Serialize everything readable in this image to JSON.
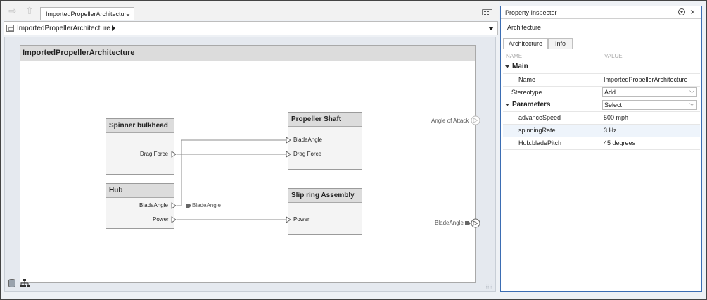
{
  "toolbar": {
    "back_icon": "back-arrow-icon",
    "up_icon": "up-arrow-icon",
    "tab_label": "ImportedPropellerArchitecture",
    "keyboard_icon": "keyboard-icon"
  },
  "address_bar": {
    "breadcrumb": "ImportedPropellerArchitecture"
  },
  "canvas": {
    "architecture_title": "ImportedPropellerArchitecture",
    "components": [
      {
        "title": "Spinner bulkhead",
        "ports": [
          "Drag Force"
        ]
      },
      {
        "title": "Hub",
        "ports": [
          "BladeAngle",
          "Power"
        ]
      },
      {
        "title": "Propeller Shaft",
        "ports": [
          "BladeAngle",
          "Drag Force"
        ]
      },
      {
        "title": "Slip ring Assembly",
        "ports": [
          "Power"
        ]
      }
    ],
    "hub_output_tag": "BladeAngle",
    "external_ports": {
      "angle_of_attack": "Angle of Attack",
      "blade_angle": "BladeAngle"
    }
  },
  "inspector": {
    "title": "Property Inspector",
    "subtitle": "Architecture",
    "tabs": [
      "Architecture",
      "Info"
    ],
    "columns": {
      "name": "NAME",
      "value": "VALUE"
    },
    "sections": {
      "main": "Main",
      "name_key": "Name",
      "name_value": "ImportedPropellerArchitecture",
      "stereotype_key": "Stereotype",
      "stereotype_value": "Add..",
      "parameters": "Parameters",
      "parameters_select": "Select"
    },
    "parameters": [
      {
        "key": "advanceSpeed",
        "value": "500 mph"
      },
      {
        "key": "spinningRate",
        "value": "3 Hz"
      },
      {
        "key": "Hub.bladePitch",
        "value": "45 degrees"
      }
    ]
  },
  "colors": {
    "accent_border": "#3b6db3",
    "selected_row": "#eef4fb",
    "component_header": "#dcdcdc"
  }
}
